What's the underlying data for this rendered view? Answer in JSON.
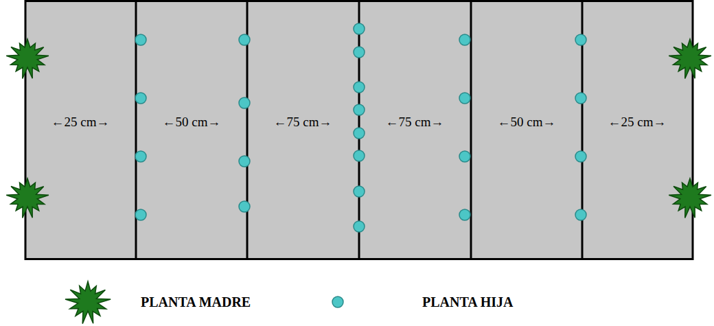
{
  "diagram": {
    "labels": [
      "←25 cm→",
      "←50 cm→",
      "←75 cm→",
      "←75 cm→",
      "←50 cm→",
      "←25 cm→"
    ],
    "legend": [
      {
        "text": "PLANTA MADRE"
      },
      {
        "text": "PLANTA HIJA"
      }
    ]
  }
}
